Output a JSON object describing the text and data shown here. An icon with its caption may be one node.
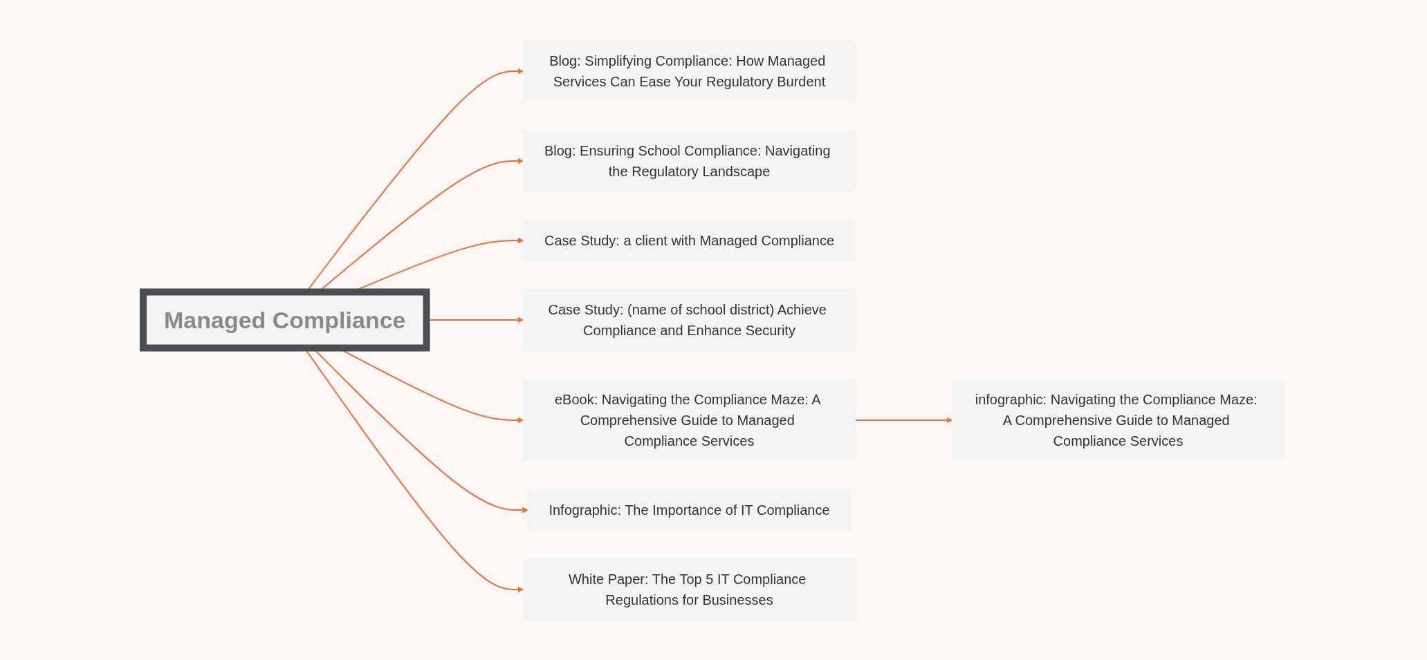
{
  "diagram": {
    "nodes": [
      {
        "text": [
          "Blog: Simplifying Compliance: How Managed Services Can Ease Your Regulatory Burdent"
        ]
      },
      {
        "text": [
          "Blog: Ensuring School Compliance: Navigating the Regulatory Landscape"
        ]
      },
      {
        "text": [
          "Case Study: a client with Managed Compliance"
        ]
      },
      {
        "text": [
          "Managed Compliance"
        ]
      },
      {
        "text": [
          "Case Study: (name of school district) Achieve Compliance and Enhance Security"
        ]
      },
      {
        "text": [
          "eBook: Navigating the Compliance Maze: A Comprehensive Guide to Managed Compliance Services"
        ]
      },
      {
        "text": [
          "infographic: Navigating the Compliance Maze: A Comprehensive Guide to Managed Compliance Services"
        ]
      },
      {
        "text": [
          "Infographic: The Importance of IT Compliance"
        ]
      },
      {
        "text": [
          "White Paper: The Top 5 IT Compliance Regulations for Businesses"
        ]
      }
    ],
    "edges": [
      {
        "from": 3,
        "to": 0,
        "arrow": "to"
      },
      {
        "from": 3,
        "to": 1,
        "arrow": "to"
      },
      {
        "from": 3,
        "to": 2,
        "arrow": "to"
      },
      {
        "from": 3,
        "to": 4,
        "arrow": "to"
      },
      {
        "from": 3,
        "to": 5,
        "arrow": "to"
      },
      {
        "from": 3,
        "to": 7,
        "arrow": "to"
      },
      {
        "from": 3,
        "to": 8,
        "arrow": "to"
      },
      {
        "from": 5,
        "to": 6,
        "arrow": "to"
      }
    ]
  }
}
